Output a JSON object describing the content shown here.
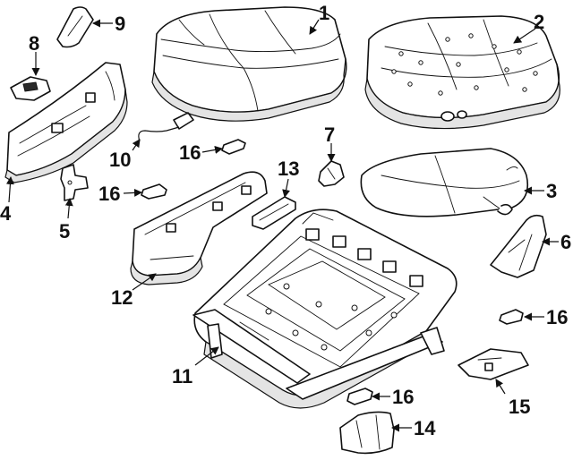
{
  "diagram": {
    "background": "#ffffff",
    "line_color": "#111111",
    "callouts": [
      {
        "id": "c1",
        "label": "1"
      },
      {
        "id": "c2",
        "label": "2"
      },
      {
        "id": "c3",
        "label": "3"
      },
      {
        "id": "c4",
        "label": "4"
      },
      {
        "id": "c5",
        "label": "5"
      },
      {
        "id": "c6",
        "label": "6"
      },
      {
        "id": "c7",
        "label": "7"
      },
      {
        "id": "c8",
        "label": "8"
      },
      {
        "id": "c9",
        "label": "9"
      },
      {
        "id": "c10",
        "label": "10"
      },
      {
        "id": "c11",
        "label": "11"
      },
      {
        "id": "c12",
        "label": "12"
      },
      {
        "id": "c13",
        "label": "13"
      },
      {
        "id": "c14",
        "label": "14"
      },
      {
        "id": "c15",
        "label": "15"
      },
      {
        "id": "c16a",
        "label": "16"
      },
      {
        "id": "c16b",
        "label": "16"
      },
      {
        "id": "c16c",
        "label": "16"
      },
      {
        "id": "c16d",
        "label": "16"
      }
    ]
  }
}
